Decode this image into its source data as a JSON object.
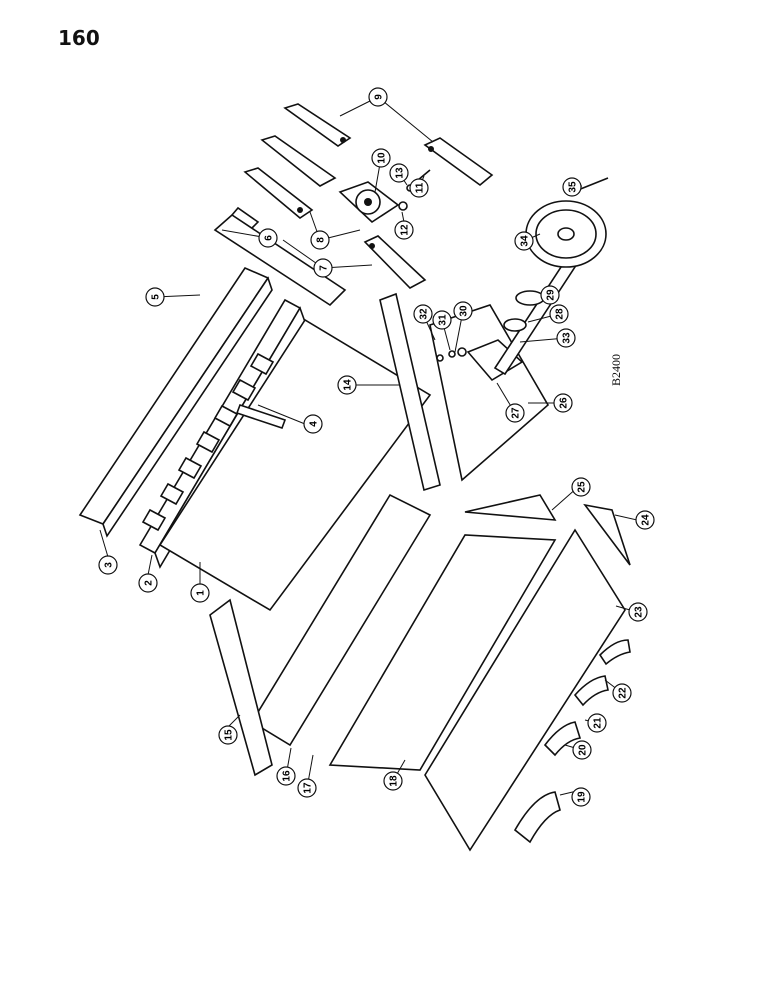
{
  "page_number": "160",
  "figure_code": "B2400",
  "callouts": [
    "1",
    "2",
    "3",
    "4",
    "5",
    "6",
    "7",
    "8",
    "9",
    "10",
    "11",
    "12",
    "13",
    "14",
    "15",
    "16",
    "17",
    "18",
    "19",
    "20",
    "21",
    "22",
    "23",
    "24",
    "25",
    "26",
    "27",
    "28",
    "29",
    "30",
    "31",
    "32",
    "33",
    "34",
    "35"
  ]
}
